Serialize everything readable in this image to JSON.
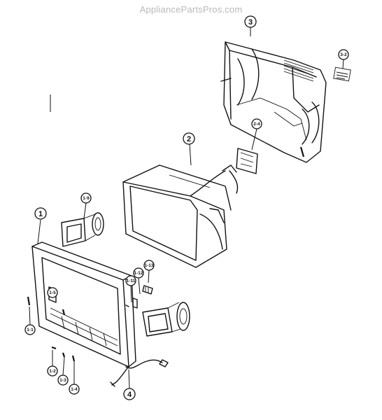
{
  "watermark": "AppliancePartsPros.com",
  "callouts": {
    "c1": "1",
    "c2": "2",
    "c3": "3",
    "c4": "4",
    "c1_1": "1-1",
    "c1_2": "1-2",
    "c1_3": "1-3",
    "c1_4": "1-4",
    "c1_5": "1-5",
    "c1_9": "1-9",
    "c1_11": "1-11",
    "c1_12": "1-12",
    "c1_13": "1-13",
    "c2_4": "2-4",
    "c3_2": "3-2"
  }
}
